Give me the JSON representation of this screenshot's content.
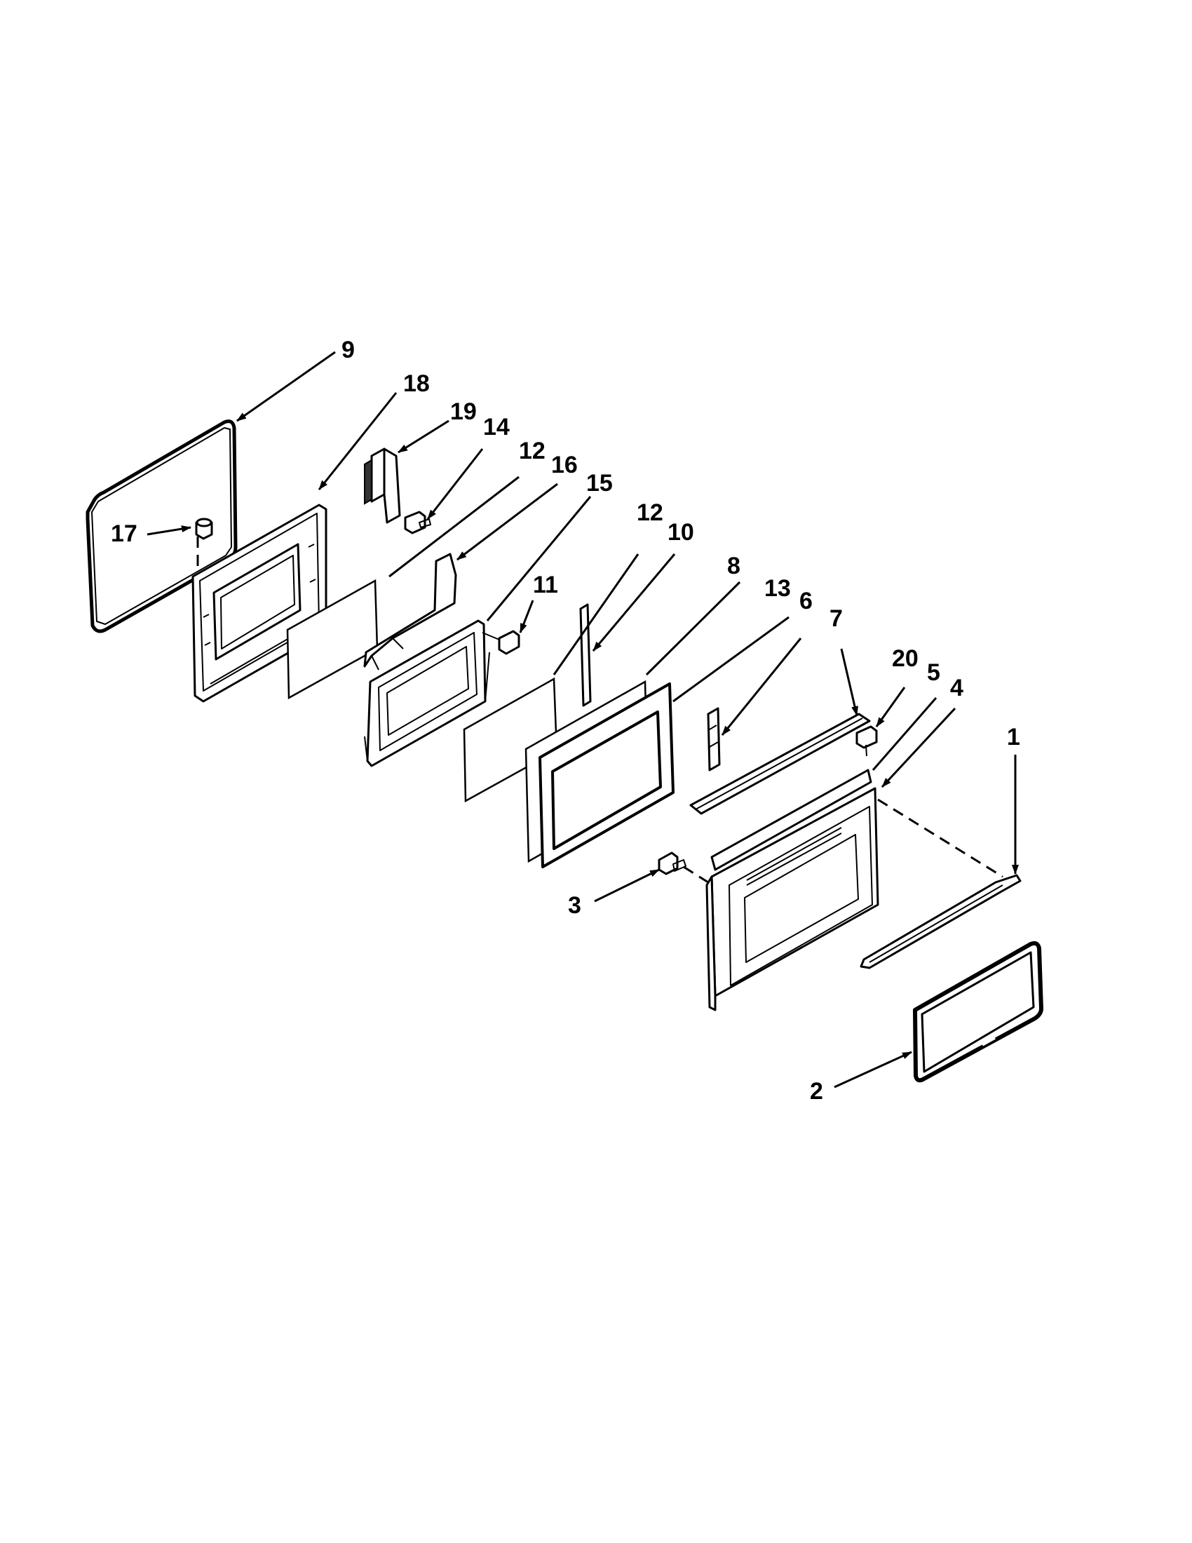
{
  "callouts": [
    {
      "id": "9",
      "text": "9"
    },
    {
      "id": "18",
      "text": "18"
    },
    {
      "id": "19",
      "text": "19"
    },
    {
      "id": "14",
      "text": "14"
    },
    {
      "id": "12a",
      "text": "12"
    },
    {
      "id": "16",
      "text": "16"
    },
    {
      "id": "15",
      "text": "15"
    },
    {
      "id": "17",
      "text": "17"
    },
    {
      "id": "11",
      "text": "11"
    },
    {
      "id": "12b",
      "text": "12"
    },
    {
      "id": "10",
      "text": "10"
    },
    {
      "id": "8",
      "text": "8"
    },
    {
      "id": "13",
      "text": "13"
    },
    {
      "id": "6",
      "text": "6"
    },
    {
      "id": "7",
      "text": "7"
    },
    {
      "id": "20",
      "text": "20"
    },
    {
      "id": "5",
      "text": "5"
    },
    {
      "id": "4",
      "text": "4"
    },
    {
      "id": "1",
      "text": "1"
    },
    {
      "id": "3",
      "text": "3"
    },
    {
      "id": "2",
      "text": "2"
    }
  ]
}
